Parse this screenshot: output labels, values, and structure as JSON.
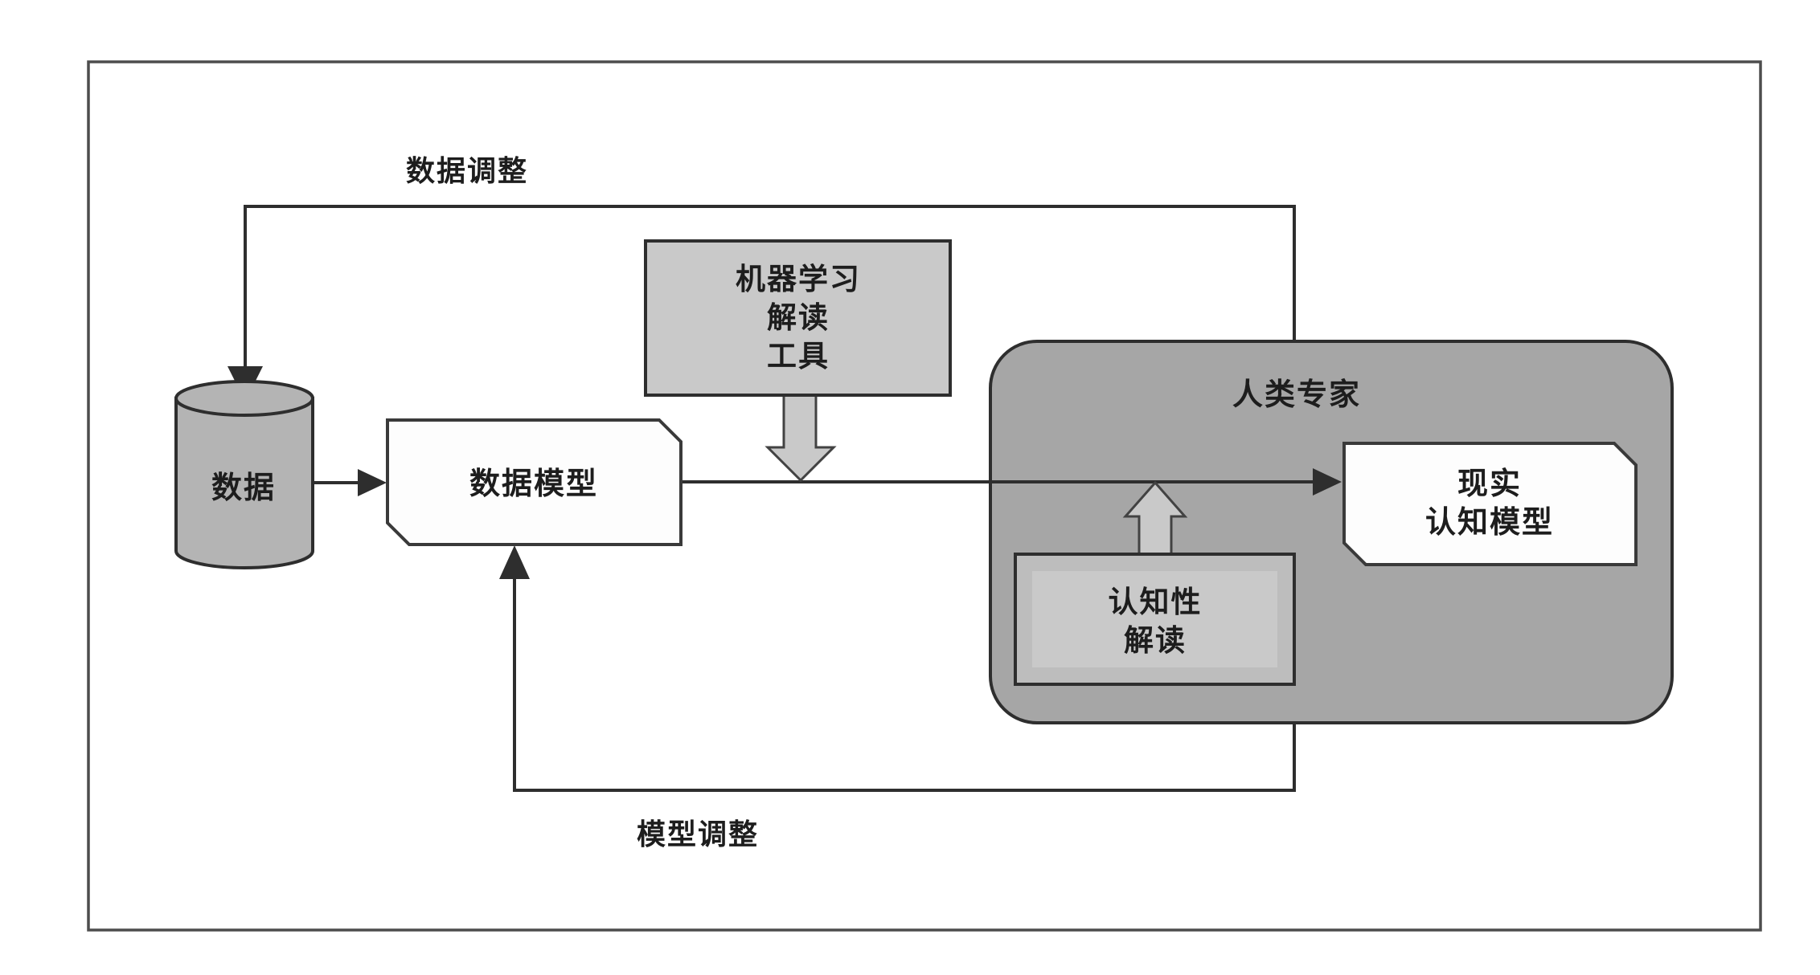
{
  "figure": {
    "kind": "flow-diagram",
    "edge_labels": {
      "data_adjustment": "数据调整",
      "model_adjustment": "模型调整"
    },
    "nodes": {
      "data_store": {
        "label": "数据"
      },
      "data_model": {
        "label": "数据模型"
      },
      "ml_tool": {
        "lines": [
          "机器学习",
          "解读",
          "工具"
        ]
      },
      "human_expert": {
        "label": "人类专家"
      },
      "cognitive_interpretation": {
        "lines": [
          "认知性",
          "解读"
        ]
      },
      "reality_cognitive_model": {
        "lines": [
          "现实",
          "认知模型"
        ]
      }
    },
    "colors": {
      "line": "#2e2e2e",
      "frame": "#4d4d4d",
      "box_border": "#3a3a3a",
      "white_box": "#fdfdfd",
      "expert_fill": "#a6a6a6",
      "tool_fill": "#c9c9c9",
      "arrow_fill": "#c9c9c9",
      "arrow_border": "#424242",
      "cylinder_fill": "#b4b4b4",
      "cog_outer": "#bdbdbd",
      "cog_inner": "#c9c9c9",
      "text": "#1d1d1d",
      "background": "#ffffff"
    }
  }
}
